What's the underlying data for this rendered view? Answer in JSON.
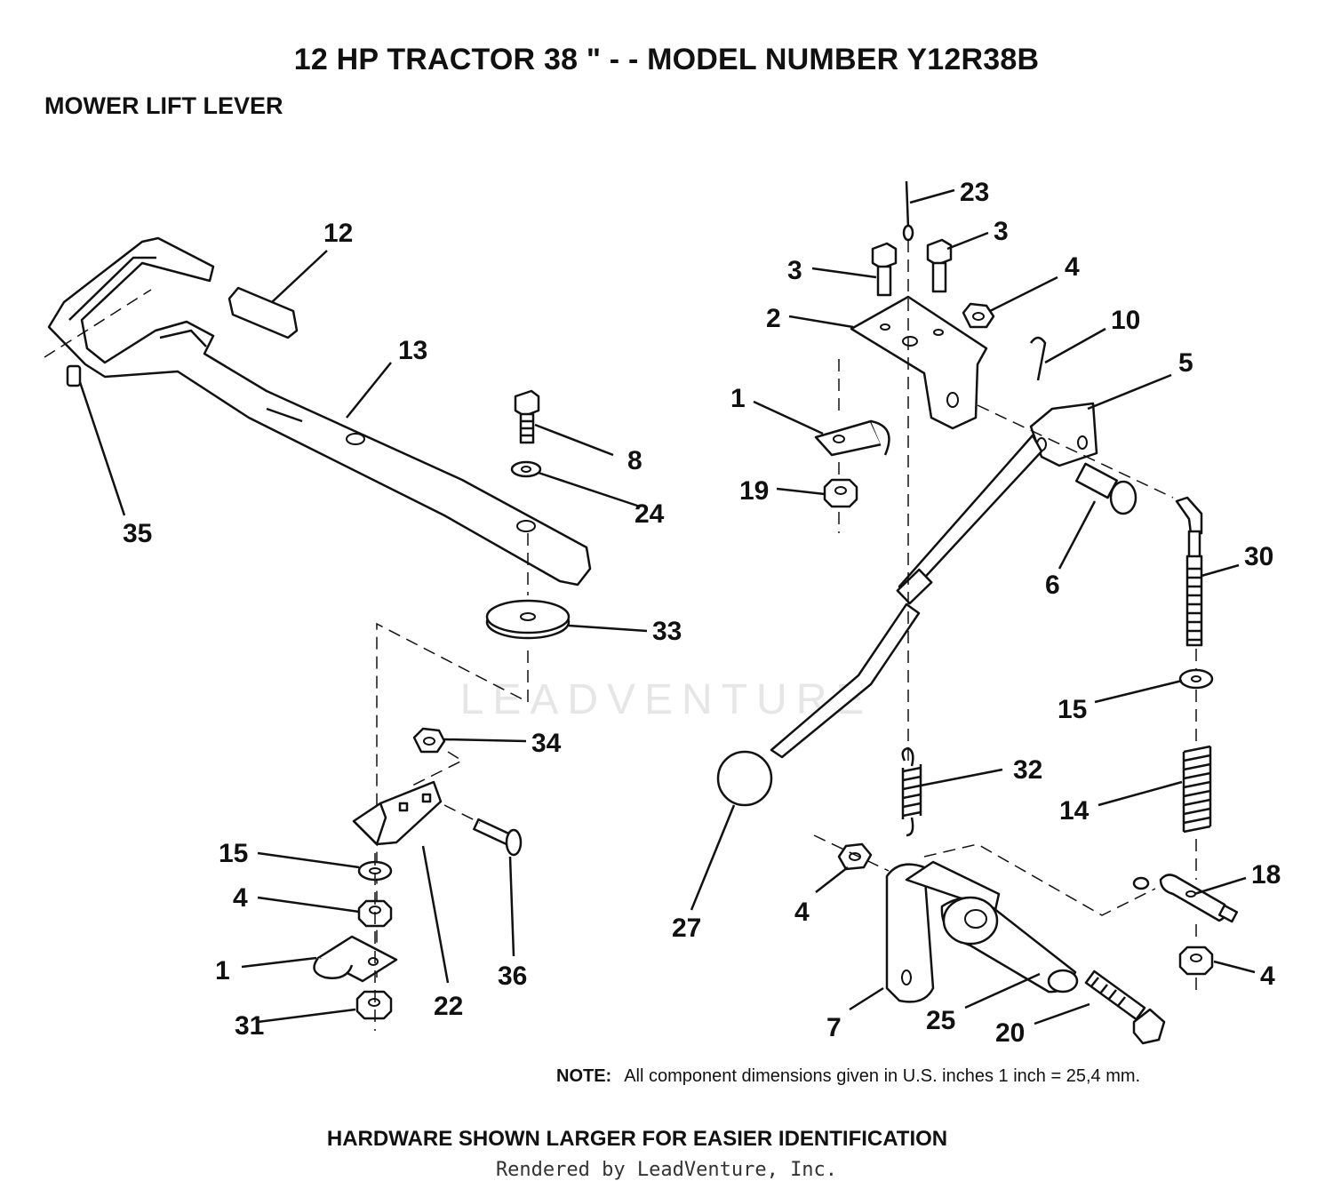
{
  "header": {
    "title": "12 HP TRACTOR  38 \" - - MODEL NUMBER Y12R38B",
    "subtitle": "MOWER LIFT LEVER"
  },
  "footer": {
    "note_label": "NOTE:",
    "note_text": "All component dimensions given in U.S. inches 1 inch = 25,4 mm.",
    "hardware": "HARDWARE SHOWN LARGER FOR EASIER IDENTIFICATION",
    "rendered_by": "Rendered by LeadVenture, Inc."
  },
  "watermark": "LEADVENTURE",
  "callouts": [
    {
      "id": "c12",
      "label": "12"
    },
    {
      "id": "c13",
      "label": "13"
    },
    {
      "id": "c35",
      "label": "35"
    },
    {
      "id": "c8",
      "label": "8"
    },
    {
      "id": "c24",
      "label": "24"
    },
    {
      "id": "c33",
      "label": "33"
    },
    {
      "id": "c34",
      "label": "34"
    },
    {
      "id": "c15a",
      "label": "15"
    },
    {
      "id": "c4a",
      "label": "4"
    },
    {
      "id": "c1a",
      "label": "1"
    },
    {
      "id": "c31",
      "label": "31"
    },
    {
      "id": "c22",
      "label": "22"
    },
    {
      "id": "c36",
      "label": "36"
    },
    {
      "id": "c23",
      "label": "23"
    },
    {
      "id": "c3a",
      "label": "3"
    },
    {
      "id": "c3b",
      "label": "3"
    },
    {
      "id": "c4b",
      "label": "4"
    },
    {
      "id": "c2",
      "label": "2"
    },
    {
      "id": "c10",
      "label": "10"
    },
    {
      "id": "c5",
      "label": "5"
    },
    {
      "id": "c1b",
      "label": "1"
    },
    {
      "id": "c19",
      "label": "19"
    },
    {
      "id": "c6",
      "label": "6"
    },
    {
      "id": "c30",
      "label": "30"
    },
    {
      "id": "c15b",
      "label": "15"
    },
    {
      "id": "c32",
      "label": "32"
    },
    {
      "id": "c14",
      "label": "14"
    },
    {
      "id": "c27",
      "label": "27"
    },
    {
      "id": "c18",
      "label": "18"
    },
    {
      "id": "c4c",
      "label": "4"
    },
    {
      "id": "c4d",
      "label": "4"
    },
    {
      "id": "c7",
      "label": "7"
    },
    {
      "id": "c25",
      "label": "25"
    },
    {
      "id": "c20",
      "label": "20"
    }
  ]
}
